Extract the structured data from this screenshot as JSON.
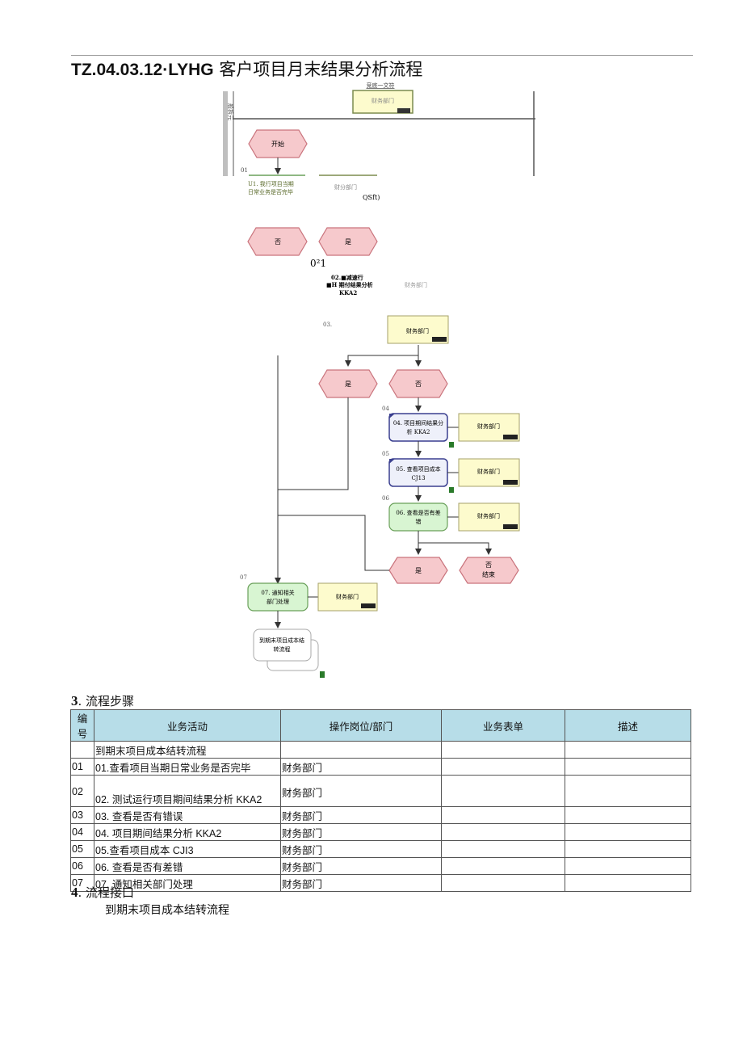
{
  "header": {
    "title_code": "TZ.04.03.12·LYHG",
    "title_text": " 客户项目月末结果分析流程"
  },
  "diagram": {
    "top_label": "竞底一文符",
    "lane_label": "般拆元",
    "nodes": {
      "dept_top": "财务部门",
      "start": "开始",
      "step01_num": "01",
      "step01_a": "U1. 我行项目当期",
      "step01_b": "日常业务是否完毕",
      "dept_01": "财分部门",
      "qsft": "QSft)",
      "no_1": "否",
      "yes_1": "是",
      "step02_num": "0²1",
      "step02_a": "02.■减速行",
      "step02_b": "■H 期付结果分析",
      "step02_c": "KKA2",
      "dept_02": "财务部门",
      "step03_num": "03.",
      "dept_03": "财务部门",
      "yes_2": "是",
      "no_2": "否",
      "step04_num": "04",
      "step04_a": "04. 项目期间结果分",
      "step04_b": "析 KKA2",
      "dept_04": "财务部门",
      "step05_num": "05",
      "step05_a": "05. 查看项目成本",
      "step05_b": "CJ13",
      "dept_05": "财务部门",
      "step06_num": "06",
      "step06_a": "06. 查看是否有差",
      "step06_b": "错",
      "dept_06": "财务部门",
      "yes_3": "是",
      "no_3_a": "否",
      "no_3_b": "结束",
      "step07_num": "07",
      "step07_a": "07. 通知相关",
      "step07_b": "部门处理",
      "dept_07": "财务部门",
      "next_a": "到期末项目成本结",
      "next_b": "转流程"
    }
  },
  "section3": {
    "num": "3",
    "title": ". 流程步骤"
  },
  "table": {
    "headers": [
      "编号",
      "业务活动",
      "操作岗位/部门",
      "业务表单",
      "描述"
    ],
    "rows": [
      {
        "id": "",
        "activity": "到期末项目成本结转流程",
        "dept": ""
      },
      {
        "id": "01",
        "activity": "01.查看项目当期日常业务是否完毕",
        "dept": "财务部门"
      },
      {
        "id": "02",
        "activity": "02. 测试运行项目期间结果分析 KKA2",
        "dept": "财务部门"
      },
      {
        "id": "03",
        "activity": "03. 查看是否有错误",
        "dept": "财务部门"
      },
      {
        "id": "04",
        "activity": "04. 项目期间结果分析 KKA2",
        "dept": "财务部门"
      },
      {
        "id": "05",
        "activity": "05.查看项目成本 CJI3",
        "dept": "财务部门"
      },
      {
        "id": "06",
        "activity": "06. 查看是否有差错",
        "dept": "财务部门"
      },
      {
        "id": "07",
        "activity": "07. 通知相关部门处理",
        "dept": "财务部门"
      }
    ]
  },
  "section4": {
    "num": "4",
    "title": ". 流程接口"
  },
  "interface": {
    "text": "到期末项目成本结转流程"
  },
  "colors": {
    "event_fill": "#f6c9cc",
    "event_stroke": "#c9737c",
    "func_blue_fill": "#eef0fa",
    "func_blue_stroke": "#3a3f8f",
    "func_green_fill": "#d8f5d2",
    "func_green_stroke": "#6aa05a",
    "org_fill": "#fdfbcd",
    "org_stroke": "#a6a26a",
    "table_header": "#b7dde8"
  }
}
